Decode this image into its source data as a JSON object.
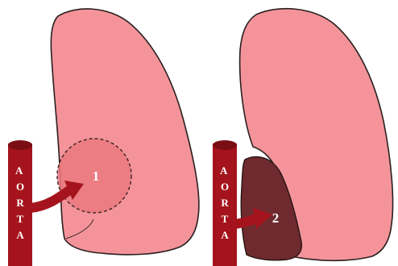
{
  "panels": [
    {
      "aorta_label": "AORTA",
      "marker": "1",
      "colors": {
        "lung": "#f4949a",
        "lung_outline": "#2a2020",
        "region": "#e9797f",
        "region_outline": "#4a2a2a",
        "aorta": "#a5141c",
        "aorta_dark": "#7a0e14"
      }
    },
    {
      "aorta_label": "AORTA",
      "marker": "2",
      "colors": {
        "lung": "#f4949a",
        "lung_outline": "#2a2020",
        "region": "#6e2a2e",
        "region_outline": "#2a1515",
        "aorta": "#a5141c",
        "aorta_dark": "#7a0e14"
      }
    }
  ]
}
